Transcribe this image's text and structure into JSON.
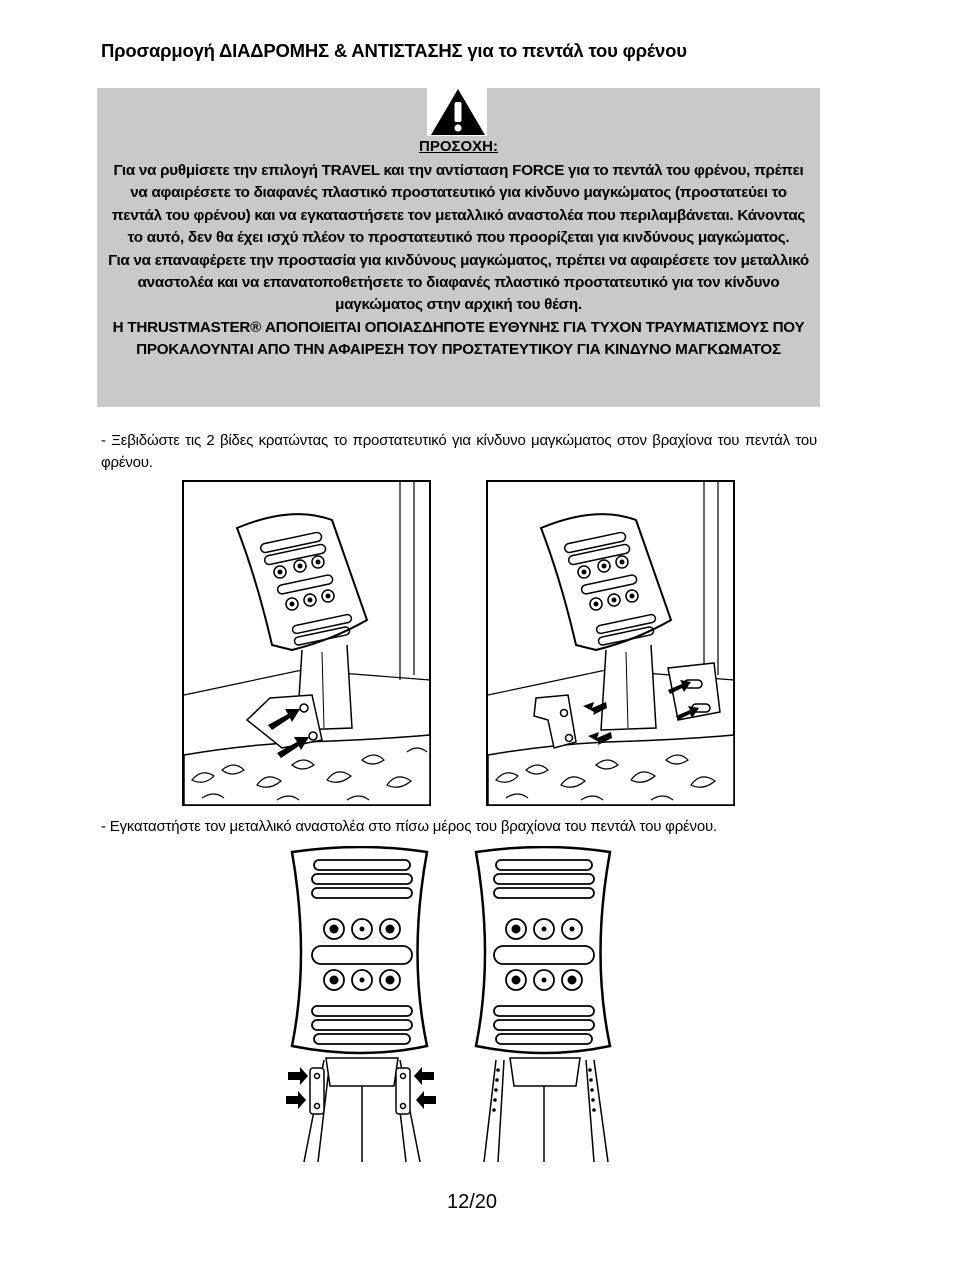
{
  "document": {
    "title": "Προσαρμογή ΔΙΑΔΡΟΜΗΣ & ΑΝΤΙΣΤΑΣΗΣ για το πεντάλ του φρένου",
    "warning": {
      "icon": "warning-triangle-icon",
      "heading": "ΠΡΟΣΟΧΗ:",
      "paragraph1": "Για να ρυθμίσετε την επιλογή TRAVEL και την αντίσταση FORCE για το πεντάλ του φρένου, πρέπει να αφαιρέσετε το διαφανές πλαστικό προστατευτικό για κίνδυνο μαγκώματος (προστατεύει το πεντάλ του φρένου) και να εγκαταστήσετε τον μεταλλικό αναστολέα που περιλαμβάνεται. Κάνοντας το αυτό, δεν θα έχει ισχύ πλέον το προστατευτικό που προορίζεται για κινδύνους μαγκώματος.",
      "paragraph2": "Για να επαναφέρετε την προστασία για κινδύνους μαγκώματος, πρέπει να αφαιρέσετε τον μεταλλικό αναστολέα και να επανατοποθετήσετε το διαφανές πλαστικό προστατευτικό για τον κίνδυνο μαγκώματος στην αρχική του θέση.",
      "disclaimer": "Η THRUSTMASTER® ΑΠΟΠΟΙΕΙΤΑΙ ΟΠΟΙΑΣΔΗΠΟΤΕ ΕΥΘΥΝΗΣ ΓΙΑ ΤΥΧΟΝ ΤΡΑΥΜΑΤΙΣΜΟΥΣ ΠΟΥ ΠΡΟΚΑΛΟΥΝΤΑΙ ΑΠΟ ΤΗΝ ΑΦΑΙΡΕΣΗ ΤΟΥ ΠΡΟΣΤΑΤΕΥΤΙΚΟΥ ΓΙΑ ΚΙΝΔΥΝΟ ΜΑΓΚΩΜΑΤΟΣ"
    },
    "steps": [
      {
        "text": "- Ξεβιδώστε τις 2 βίδες κρατώντας το προστατευτικό για κίνδυνο μαγκώματος στον βραχίονα του πεντάλ του φρένου."
      },
      {
        "text": "- Εγκαταστήστε τον μεταλλικό αναστολέα στο πίσω μέρος του βραχίονα του πεντάλ του φρένου."
      }
    ],
    "page_number": "12/20"
  }
}
